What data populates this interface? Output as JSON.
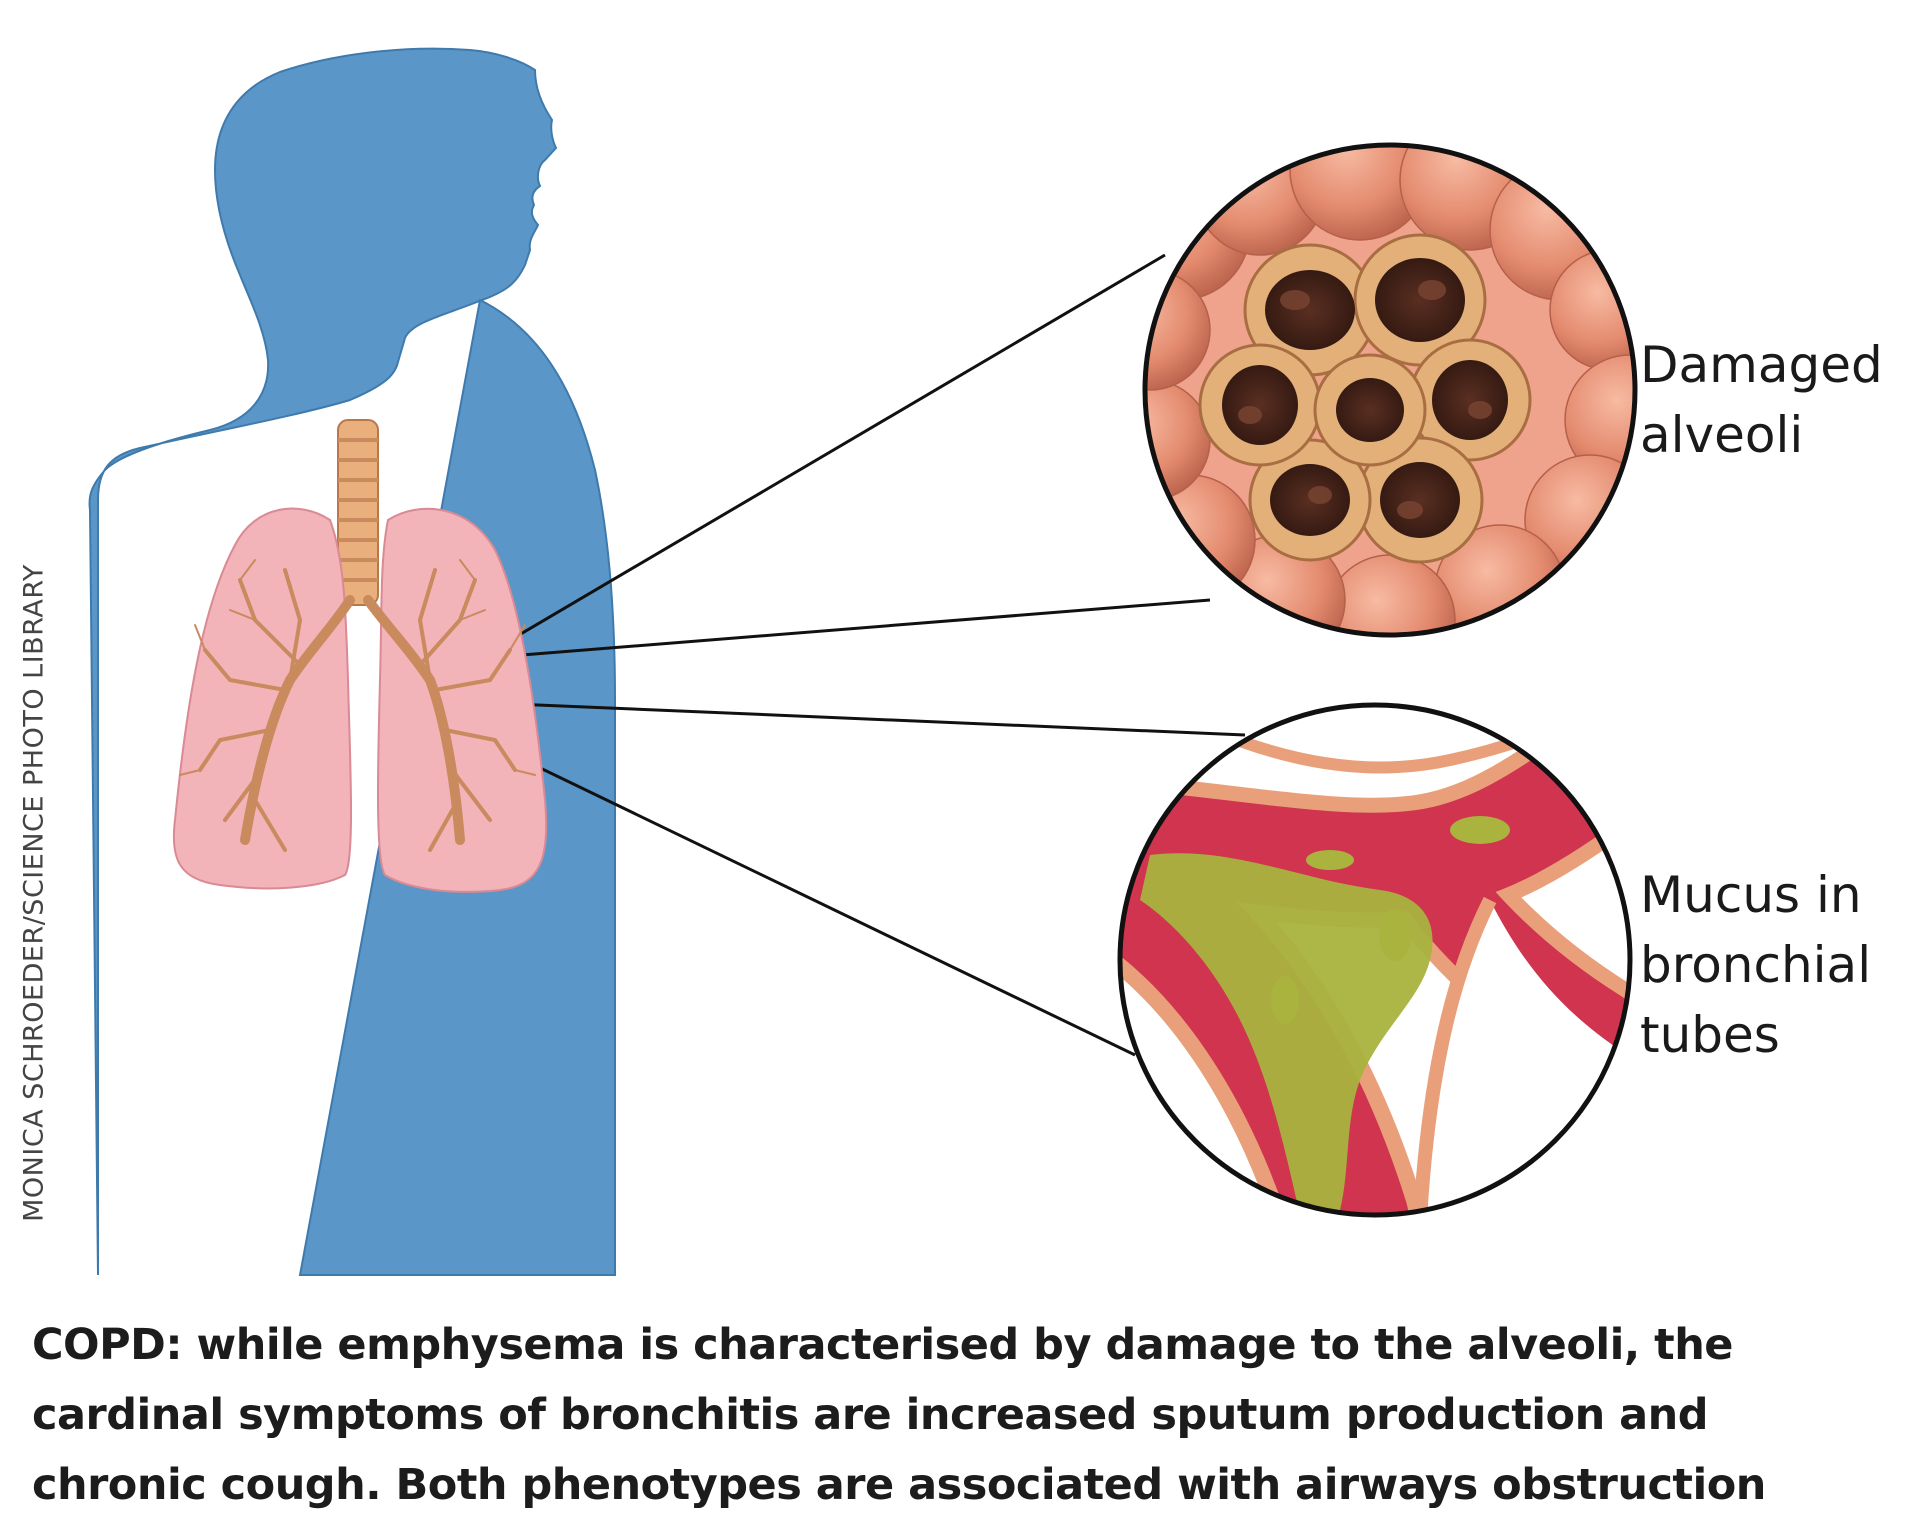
{
  "callouts": {
    "alveoli": {
      "line1": "Damaged",
      "line2": "alveoli"
    },
    "mucus": {
      "line1": "Mucus in",
      "line2": "bronchial",
      "line3": "tubes"
    }
  },
  "credit": "MONICA SCHROEDER/SCIENCE PHOTO LIBRARY",
  "caption": {
    "line1": "COPD:  while emphysema is characterised by damage to the alveoli, the",
    "line2": "cardinal symptoms of bronchitis are increased sputum production and",
    "line3": "chronic cough. Both phenotypes are associated with airways obstruction"
  },
  "colors": {
    "silhouette": "#5b96c8",
    "lung": "#f2b3b9",
    "bronchi": "#c98a5e",
    "alveoli": "#e8957a",
    "mucus": "#a9b33e",
    "airway_wall": "#d0344f"
  }
}
